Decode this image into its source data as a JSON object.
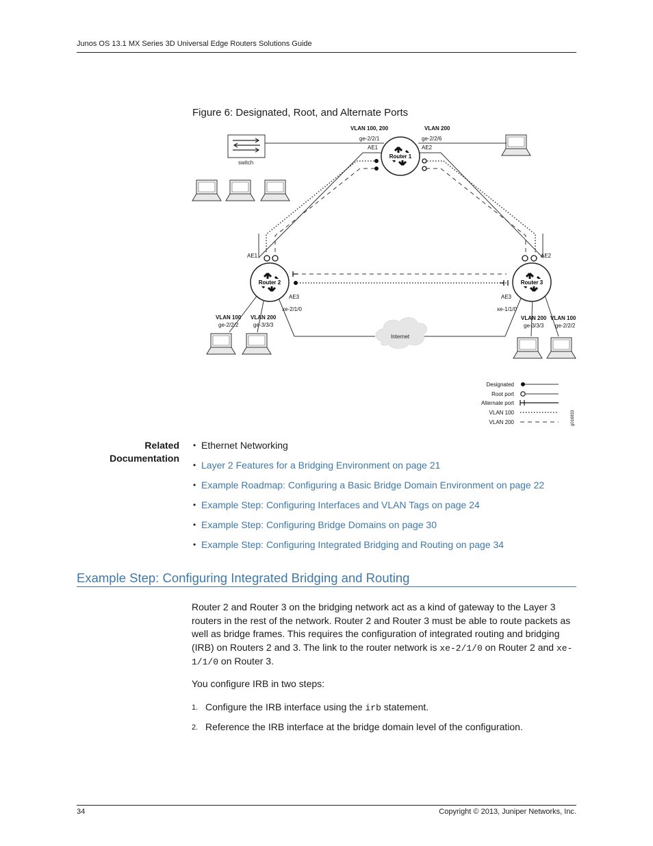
{
  "header": {
    "title": "Junos OS 13.1 MX Series 3D Universal Edge Routers Solutions Guide"
  },
  "figure": {
    "title": "Figure 6: Designated, Root, and Alternate Ports",
    "labels": {
      "vlan_100_200_top": "VLAN 100, 200",
      "vlan_200_top": "VLAN 200",
      "ge_2_2_1": "ge-2/2/1",
      "ge_2_2_6": "ge-2/2/6",
      "ae1_top": "AE1",
      "ae2_top": "AE2",
      "router1": "Router 1",
      "router2": "Router 2",
      "router3": "Router 3",
      "switch": "switch",
      "ae1": "AE1",
      "ae2": "AE2",
      "ae3_left": "AE3",
      "ae3_right": "AE3",
      "xe_2_1_0": "xe-2/1/0",
      "xe_1_1_0": "xe-1/1/0",
      "left_vlan100": "VLAN 100",
      "left_vlan200": "VLAN 200",
      "left_ge_2_2_2": "ge-2/2/2",
      "left_ge_3_3_3": "ge-3/3/3",
      "right_vlan200": "VLAN 200",
      "right_vlan100": "VLAN 100",
      "right_ge_3_3_3": "ge-3/3/3",
      "right_ge_2_2_2": "ge-2/2/2",
      "internet": "Internet",
      "figure_id": "g016833"
    },
    "legend": [
      "Designated",
      "Root port",
      "Alternate port",
      "VLAN 100",
      "VLAN 200"
    ]
  },
  "related": {
    "label_line1": "Related",
    "label_line2": "Documentation",
    "items": [
      "Ethernet Networking",
      "Layer 2 Features for a Bridging Environment on page 21",
      "Example Roadmap: Configuring a Basic Bridge Domain Environment on page 22",
      "Example Step: Configuring Interfaces and VLAN Tags on page 24",
      "Example Step: Configuring Bridge Domains on page 30",
      "Example Step: Configuring Integrated Bridging and Routing on page 34"
    ]
  },
  "section": {
    "title": "Example Step: Configuring Integrated Bridging and Routing",
    "p1_a": "Router 2 and Router 3 on the bridging network act as a kind of gateway to the Layer 3 routers in the rest of the network. Router 2 and Router 3 must be able to route packets as well as bridge frames. This requires the configuration of integrated routing and bridging (IRB) on Routers 2 and 3. The link to the router network is ",
    "p1_code1": "xe-2/1/0",
    "p1_b": " on Router 2 and ",
    "p1_code2": "xe-1/1/0",
    "p1_c": " on Router 3.",
    "p2": "You configure IRB in two steps:",
    "steps": [
      {
        "num": "1.",
        "a": "Configure the IRB interface using the ",
        "code": "irb",
        "b": " statement."
      },
      {
        "num": "2.",
        "a": "Reference the IRB interface at the bridge domain level of the configuration."
      }
    ]
  },
  "footer": {
    "page": "34",
    "copyright": "Copyright © 2013, Juniper Networks, Inc."
  }
}
